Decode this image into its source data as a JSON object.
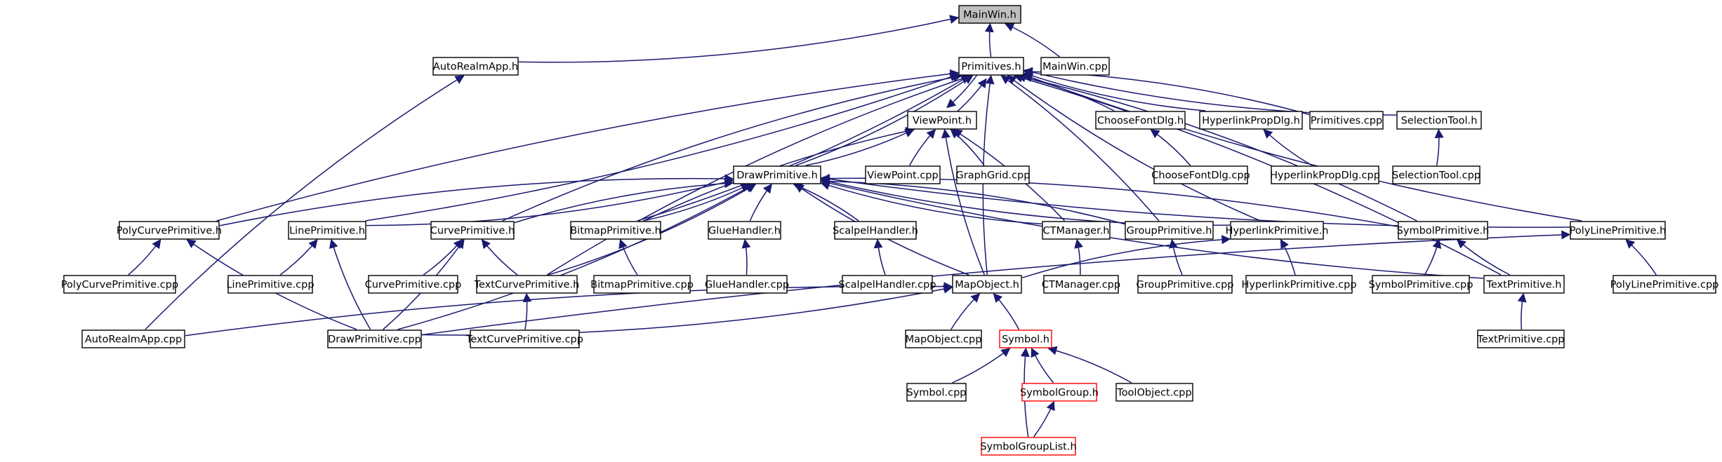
{
  "colors": {
    "edge": "#191970",
    "node_border": "#000000",
    "highlight_border": "#ff0000",
    "root_fill": "#bfbfbf",
    "background": "#ffffff"
  },
  "nodes": {
    "mainwin_h": "MainWin.h",
    "autorealmapp_h": "AutoRealmApp.h",
    "primitives_h": "Primitives.h",
    "mainwin_cpp": "MainWin.cpp",
    "viewpoint_h": "ViewPoint.h",
    "choosefontdlg_h": "ChooseFontDlg.h",
    "hyperlinkpropdlg_h": "HyperlinkPropDlg.h",
    "primitives_cpp": "Primitives.cpp",
    "selectiontool_h": "SelectionTool.h",
    "drawprimitive_h": "DrawPrimitive.h",
    "viewpoint_cpp": "ViewPoint.cpp",
    "graphgrid_cpp": "GraphGrid.cpp",
    "choosefontdlg_cpp": "ChooseFontDlg.cpp",
    "hyperlinkpropdlg_cpp": "HyperlinkPropDlg.cpp",
    "selectiontool_cpp": "SelectionTool.cpp",
    "polycurveprimitive_h": "PolyCurvePrimitive.h",
    "lineprimitive_h": "LinePrimitive.h",
    "curveprimitive_h": "CurvePrimitive.h",
    "bitmapprimitive_h": "BitmapPrimitive.h",
    "gluehandler_h": "GlueHandler.h",
    "scalpelhandler_h": "ScalpelHandler.h",
    "ctmanager_h": "CTManager.h",
    "groupprimitive_h": "GroupPrimitive.h",
    "hyperlinkprimitive_h": "HyperlinkPrimitive.h",
    "symbolprimitive_h": "SymbolPrimitive.h",
    "polylineprimitive_h": "PolyLinePrimitive.h",
    "polycurveprimitive_cpp": "PolyCurvePrimitive.cpp",
    "lineprimitive_cpp": "LinePrimitive.cpp",
    "curveprimitive_cpp": "CurvePrimitive.cpp",
    "textcurveprimitive_h": "TextCurvePrimitive.h",
    "bitmapprimitive_cpp": "BitmapPrimitive.cpp",
    "gluehandler_cpp": "GlueHandler.cpp",
    "scalpelhandler_cpp": "ScalpelHandler.cpp",
    "mapobject_h": "MapObject.h",
    "ctmanager_cpp": "CTManager.cpp",
    "groupprimitive_cpp": "GroupPrimitive.cpp",
    "hyperlinkprimitive_cpp": "HyperlinkPrimitive.cpp",
    "symbolprimitive_cpp": "SymbolPrimitive.cpp",
    "textprimitive_h": "TextPrimitive.h",
    "polylineprimitive_cpp": "PolyLinePrimitive.cpp",
    "autorealmapp_cpp": "AutoRealmApp.cpp",
    "drawprimitive_cpp": "DrawPrimitive.cpp",
    "textcurveprimitive_cpp": "TextCurvePrimitive.cpp",
    "mapobject_cpp": "MapObject.cpp",
    "symbol_h": "Symbol.h",
    "textprimitive_cpp": "TextPrimitive.cpp",
    "symbol_cpp": "Symbol.cpp",
    "symbolgroup_h": "SymbolGroup.h",
    "toolobject_cpp": "ToolObject.cpp",
    "symbolgrouplist_h": "SymbolGroupList.h"
  },
  "edges": [
    [
      "autorealmapp_h",
      "mainwin_h"
    ],
    [
      "primitives_h",
      "mainwin_h"
    ],
    [
      "mainwin_cpp",
      "mainwin_h"
    ],
    [
      "autorealmapp_cpp",
      "autorealmapp_h"
    ],
    [
      "viewpoint_h",
      "primitives_h"
    ],
    [
      "primitives_h",
      "viewpoint_h"
    ],
    [
      "choosefontdlg_h",
      "primitives_h"
    ],
    [
      "hyperlinkpropdlg_h",
      "primitives_h"
    ],
    [
      "primitives_cpp",
      "primitives_h"
    ],
    [
      "selectiontool_h",
      "primitives_h"
    ],
    [
      "drawprimitive_h",
      "primitives_h"
    ],
    [
      "polycurveprimitive_h",
      "primitives_h"
    ],
    [
      "lineprimitive_h",
      "primitives_h"
    ],
    [
      "curveprimitive_h",
      "primitives_h"
    ],
    [
      "bitmapprimitive_h",
      "primitives_h"
    ],
    [
      "textcurveprimitive_h",
      "primitives_h"
    ],
    [
      "groupprimitive_h",
      "primitives_h"
    ],
    [
      "hyperlinkprimitive_h",
      "primitives_h"
    ],
    [
      "symbolprimitive_h",
      "primitives_h"
    ],
    [
      "polylineprimitive_h",
      "primitives_h"
    ],
    [
      "textprimitive_h",
      "primitives_h"
    ],
    [
      "mapobject_h",
      "primitives_h"
    ],
    [
      "drawprimitive_h",
      "viewpoint_h"
    ],
    [
      "viewpoint_cpp",
      "viewpoint_h"
    ],
    [
      "graphgrid_cpp",
      "viewpoint_h"
    ],
    [
      "bitmapprimitive_h",
      "viewpoint_h"
    ],
    [
      "ctmanager_h",
      "viewpoint_h"
    ],
    [
      "mapobject_h",
      "viewpoint_h"
    ],
    [
      "choosefontdlg_cpp",
      "choosefontdlg_h"
    ],
    [
      "hyperlinkpropdlg_cpp",
      "hyperlinkpropdlg_h"
    ],
    [
      "selectiontool_cpp",
      "selectiontool_h"
    ],
    [
      "polycurveprimitive_h",
      "drawprimitive_h"
    ],
    [
      "lineprimitive_h",
      "drawprimitive_h"
    ],
    [
      "curveprimitive_h",
      "drawprimitive_h"
    ],
    [
      "bitmapprimitive_h",
      "drawprimitive_h"
    ],
    [
      "gluehandler_h",
      "drawprimitive_h"
    ],
    [
      "scalpelhandler_h",
      "drawprimitive_h"
    ],
    [
      "ctmanager_h",
      "drawprimitive_h"
    ],
    [
      "groupprimitive_h",
      "drawprimitive_h"
    ],
    [
      "hyperlinkprimitive_h",
      "drawprimitive_h"
    ],
    [
      "symbolprimitive_h",
      "drawprimitive_h"
    ],
    [
      "polylineprimitive_h",
      "drawprimitive_h"
    ],
    [
      "textcurveprimitive_h",
      "drawprimitive_h"
    ],
    [
      "mapobject_h",
      "drawprimitive_h"
    ],
    [
      "drawprimitive_cpp",
      "drawprimitive_h"
    ],
    [
      "textprimitive_h",
      "drawprimitive_h"
    ],
    [
      "polycurveprimitive_cpp",
      "polycurveprimitive_h"
    ],
    [
      "drawprimitive_cpp",
      "polycurveprimitive_h"
    ],
    [
      "lineprimitive_cpp",
      "lineprimitive_h"
    ],
    [
      "drawprimitive_cpp",
      "lineprimitive_h"
    ],
    [
      "curveprimitive_cpp",
      "curveprimitive_h"
    ],
    [
      "textcurveprimitive_h",
      "curveprimitive_h"
    ],
    [
      "drawprimitive_cpp",
      "curveprimitive_h"
    ],
    [
      "bitmapprimitive_cpp",
      "bitmapprimitive_h"
    ],
    [
      "gluehandler_cpp",
      "gluehandler_h"
    ],
    [
      "scalpelhandler_cpp",
      "scalpelhandler_h"
    ],
    [
      "ctmanager_cpp",
      "ctmanager_h"
    ],
    [
      "groupprimitive_cpp",
      "groupprimitive_h"
    ],
    [
      "hyperlinkprimitive_cpp",
      "hyperlinkprimitive_h"
    ],
    [
      "mapobject_h",
      "hyperlinkprimitive_h"
    ],
    [
      "symbolprimitive_cpp",
      "symbolprimitive_h"
    ],
    [
      "textprimitive_h",
      "symbolprimitive_h"
    ],
    [
      "polylineprimitive_cpp",
      "polylineprimitive_h"
    ],
    [
      "drawprimitive_cpp",
      "polylineprimitive_h"
    ],
    [
      "textcurveprimitive_cpp",
      "textcurveprimitive_h"
    ],
    [
      "autorealmapp_cpp",
      "mapobject_h"
    ],
    [
      "drawprimitive_cpp",
      "mapobject_h"
    ],
    [
      "mapobject_cpp",
      "mapobject_h"
    ],
    [
      "symbol_h",
      "mapobject_h"
    ],
    [
      "textprimitive_cpp",
      "textprimitive_h"
    ],
    [
      "symbol_cpp",
      "symbol_h"
    ],
    [
      "symbolgroup_h",
      "symbol_h"
    ],
    [
      "toolobject_cpp",
      "symbol_h"
    ],
    [
      "symbolgrouplist_h",
      "symbol_h"
    ],
    [
      "symbolgrouplist_h",
      "symbolgroup_h"
    ]
  ]
}
